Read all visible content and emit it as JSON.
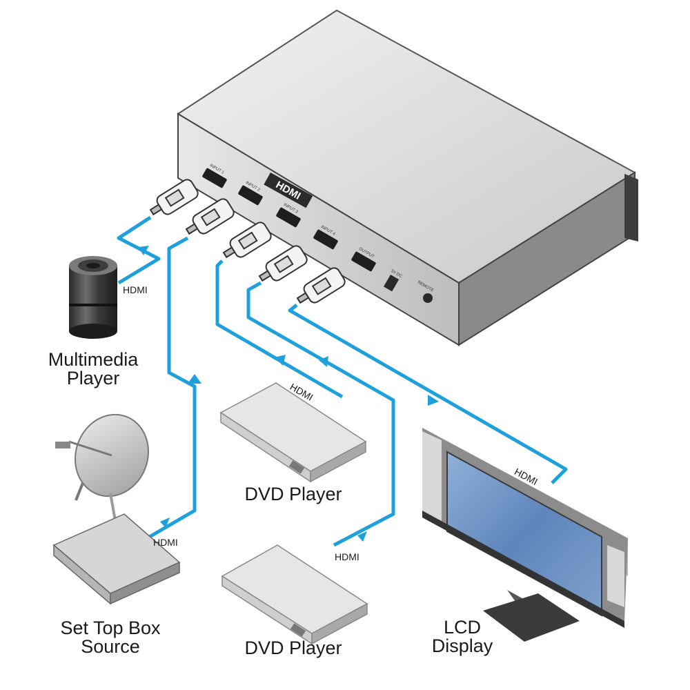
{
  "colors": {
    "cable": "#1ea0dd",
    "device_gray": "#d9d9d9",
    "device_dark": "#4a4a4a",
    "screen_blue": "#6a8fc0"
  },
  "switcher": {
    "logo": "HDMI",
    "ports": [
      "INPUT 1",
      "INPUT 2",
      "INPUT 3",
      "INPUT 4",
      "OUTPUT"
    ],
    "power_label": "5V DC",
    "remote_label": "REMOTE"
  },
  "devices": {
    "multimedia": {
      "name_line1": "Multimedia",
      "name_line2": "Player",
      "icon": "multimedia-player-icon"
    },
    "settop": {
      "name_line1": "Set Top Box",
      "name_line2": "Source",
      "icon": "satellite-dish-icon"
    },
    "dvd1": {
      "name": "DVD Player",
      "icon": "dvd-player-icon"
    },
    "dvd2": {
      "name": "DVD Player",
      "icon": "dvd-player-icon"
    },
    "lcd": {
      "name_line1": "LCD",
      "name_line2": "Display",
      "icon": "lcd-display-icon"
    }
  },
  "cables": [
    {
      "label": "HDMI",
      "from": "Multimedia Player",
      "to": "INPUT 1"
    },
    {
      "label": "HDMI",
      "from": "Set Top Box Source",
      "to": "INPUT 2"
    },
    {
      "label": "HDMI",
      "from": "DVD Player",
      "to": "INPUT 3"
    },
    {
      "label": "HDMI",
      "from": "DVD Player",
      "to": "INPUT 4"
    },
    {
      "label": "HDMI",
      "from": "OUTPUT",
      "to": "LCD Display"
    }
  ]
}
